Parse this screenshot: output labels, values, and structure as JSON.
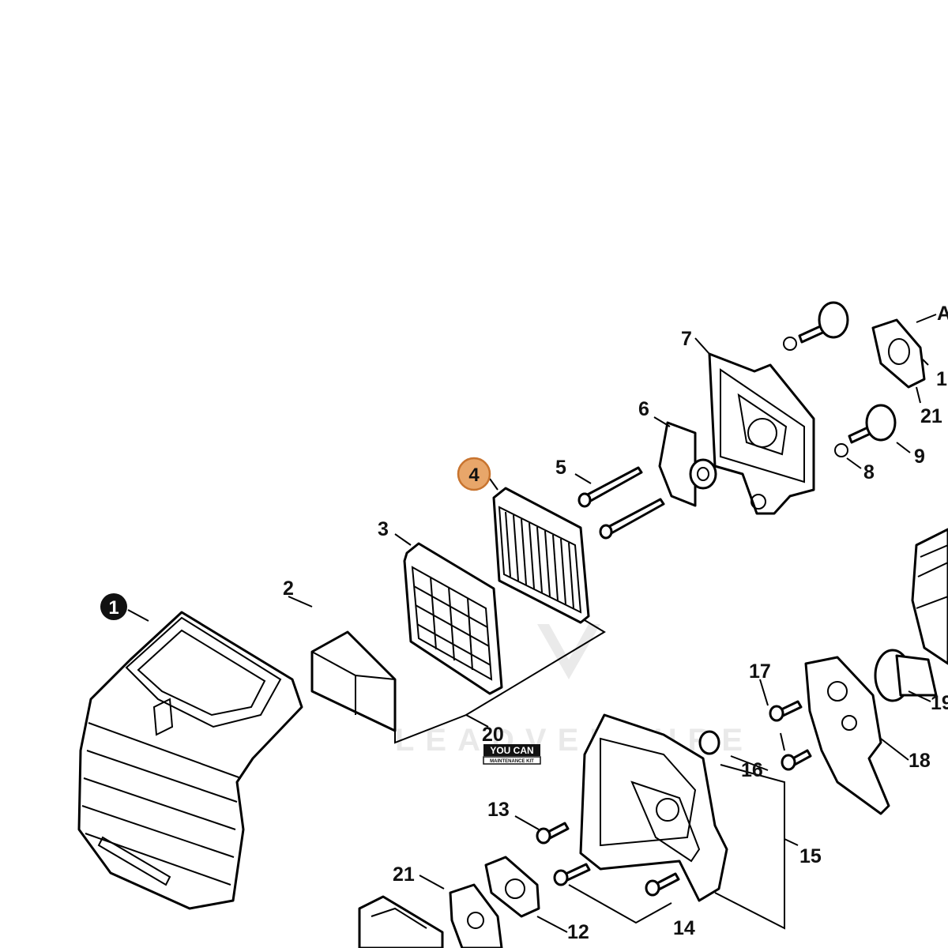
{
  "diagram": {
    "callouts": {
      "c1": "1",
      "c2": "2",
      "c3": "3",
      "c4": "4",
      "c5": "5",
      "c6": "6",
      "c7": "7",
      "c8": "8",
      "c9": "9",
      "c10": "1",
      "c12": "12",
      "c13": "13",
      "c14": "14",
      "c15": "15",
      "c16": "16",
      "c17": "17",
      "c18": "18",
      "c19": "19",
      "c20": "20",
      "c21a": "21",
      "c21b": "21",
      "cA": "A"
    },
    "highlight_color": "#e8a66a",
    "highlight_stroke": "#c8742f",
    "kit_logo": {
      "line1": "YOU CAN",
      "line2": "MAINTENANCE KIT"
    },
    "watermark": "LEADVENTURE"
  }
}
